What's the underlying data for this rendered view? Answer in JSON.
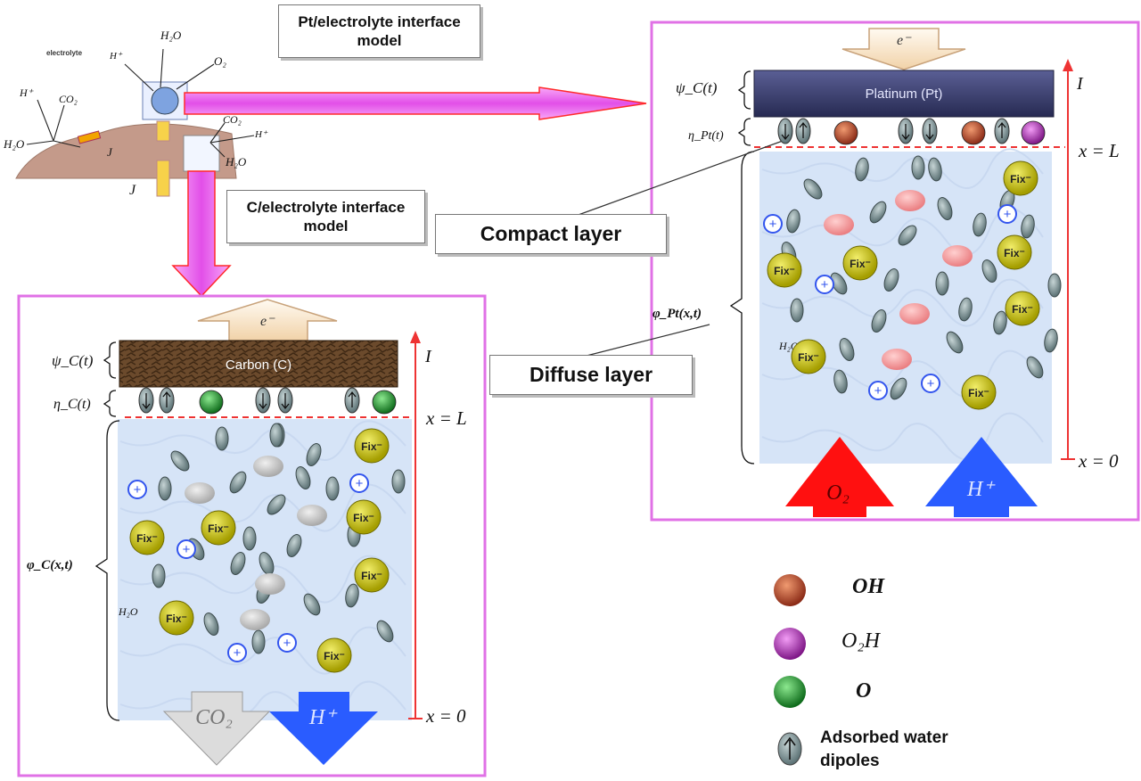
{
  "title_boxes": {
    "pt_model": "Pt/electrolyte interface model",
    "c_model": "C/electrolyte interface model",
    "compact": "Compact layer",
    "diffuse": "Diffuse layer"
  },
  "mini": {
    "electrolyte": "electrolyte",
    "h_plus": "H⁺",
    "co2": "CO₂",
    "h2o": "H₂O",
    "o2": "O₂",
    "j_p": "J",
    "j_mol": "J"
  },
  "pt_panel": {
    "electrode": "Platinum (Pt)",
    "electron": "e⁻",
    "psi": "ψ_C(t)",
    "eta": "η_Pt(t)",
    "phi": "φ_Pt(x,t)",
    "x_top": "x = L",
    "x_bottom": "x = 0",
    "current": "I",
    "h2o": "H₂O",
    "in_o2": "O₂",
    "in_h": "H⁺",
    "fix": "Fix⁻",
    "plus": "+"
  },
  "c_panel": {
    "electrode": "Carbon (C)",
    "electron": "e⁻",
    "psi": "ψ_C(t)",
    "eta": "η_C(t)",
    "phi": "φ_C(x,t)",
    "x_top": "x = L",
    "x_bottom": "x = 0",
    "current": "I",
    "h2o": "H₂O",
    "out_co2": "CO₂",
    "out_h": "H⁺",
    "fix": "Fix⁻",
    "plus": "+"
  },
  "legend": [
    {
      "label": "OH",
      "color": "#b5432a",
      "icon": "sphere"
    },
    {
      "label": "O₂H",
      "color": "#b22bb8",
      "icon": "sphere"
    },
    {
      "label": "O",
      "color": "#1e9a2e",
      "icon": "sphere"
    },
    {
      "label": "Adsorbed water dipoles",
      "color": "#8aa0a3",
      "icon": "dipole"
    }
  ],
  "colors": {
    "frame": "#e071e6",
    "arrow_pink": "#f06cf2",
    "arrow_red": "#ff1010",
    "arrow_blue": "#2a5cff",
    "electrolyte": "#d6e4f7",
    "pt": "#3a3f72",
    "carbon": "#6b4a2c",
    "fix": "#c8c200",
    "ellipse": "#7c9598",
    "ion_blue": "#3355ee"
  }
}
